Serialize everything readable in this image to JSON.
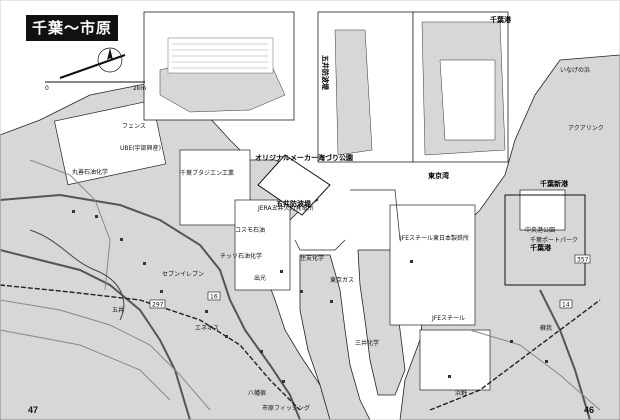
{
  "title": "千葉〜市原",
  "page_left": "47",
  "page_right": "46",
  "scale_label": "2km",
  "scale_zero": "0",
  "inset_labels": {
    "goi_nishi": "五井防波堤",
    "chiba_port": "千葉港",
    "original_maker": "オリジナルメーカー海づり公園"
  },
  "areas": {
    "tokyo_bay": "東京湾",
    "chiba_port": "千葉港",
    "chiba_shinko": "千葉新港",
    "goi_breakwater": "五井防波堤"
  },
  "places": [
    {
      "id": "fences",
      "text": "フェンス"
    },
    {
      "id": "ube",
      "text": "UBE(宇部興産)"
    },
    {
      "id": "maruzen",
      "text": "丸善石油化学"
    },
    {
      "id": "chiba_plant",
      "text": "千葉ブタジエン工業"
    },
    {
      "id": "jera_goi",
      "text": "JERA五井火力発電所"
    },
    {
      "id": "cosmo",
      "text": "コスモ石油"
    },
    {
      "id": "chisso",
      "text": "チッソ石油化学"
    },
    {
      "id": "idemitsu",
      "text": "出光"
    },
    {
      "id": "jfe_steel",
      "text": "JFEスチール東日本製鉄所"
    },
    {
      "id": "jfe_steel2",
      "text": "JFEスチール"
    },
    {
      "id": "chuo_park",
      "text": "中央港公園"
    },
    {
      "id": "chiba_port_park",
      "text": "千葉ポートパーク"
    },
    {
      "id": "inage_park",
      "text": "いなげの浜"
    },
    {
      "id": "goi_station",
      "text": "五井"
    },
    {
      "id": "yawatajuku",
      "text": "八幡宿"
    },
    {
      "id": "hama_nogawa",
      "text": "浜野"
    },
    {
      "id": "soga",
      "text": "蘇我"
    },
    {
      "id": "aqualine",
      "text": "アクアリンク"
    },
    {
      "id": "seven",
      "text": "セブンイレブン"
    },
    {
      "id": "eneos",
      "text": "エネオス"
    },
    {
      "id": "ichihara_fishing",
      "text": "市原フィッシング"
    },
    {
      "id": "tokyo_gas",
      "text": "東京ガス"
    },
    {
      "id": "sumitomo",
      "text": "住友化学"
    },
    {
      "id": "mitsui",
      "text": "三井化学"
    }
  ],
  "routes": [
    {
      "id": "r16",
      "text": "16"
    },
    {
      "id": "r14",
      "text": "14"
    },
    {
      "id": "r357",
      "text": "357"
    },
    {
      "id": "r297",
      "text": "297"
    }
  ],
  "highlight_note": "オリジナルメーカー海づり公園"
}
